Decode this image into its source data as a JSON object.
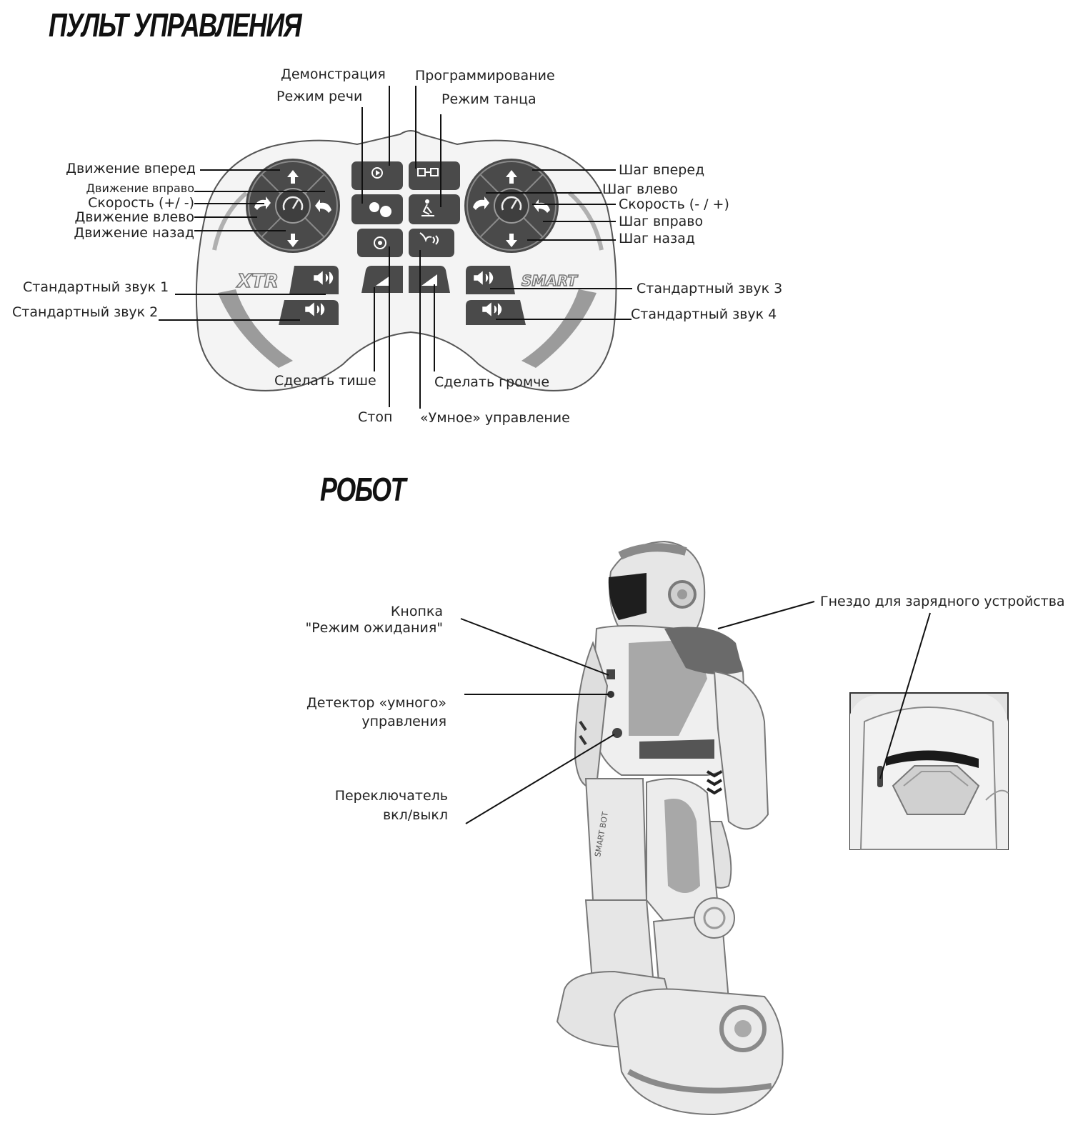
{
  "remote": {
    "title": "ПУЛЬТ УПРАВЛЕНИЯ",
    "labels": {
      "demo": "Демонстрация",
      "speech": "Режим речи",
      "programming": "Программирование",
      "dance": "Режим танца",
      "move_forward": "Движение вперед",
      "move_right": "Движение вправо",
      "speed_left": "Скорость (+/ -)",
      "move_left": "Движение влево",
      "move_back": "Движение назад",
      "step_forward": "Шаг вперед",
      "step_left": "Шаг влево",
      "speed_right": "Скорость (- / +)",
      "step_right": "Шаг вправо",
      "step_back": "Шаг назад",
      "sound1": "Стандартный звук 1",
      "sound2": "Стандартный звук 2",
      "sound3": "Стандартный звук 3",
      "sound4": "Стандартный звук 4",
      "quieter": "Сделать тише",
      "stop": "Стоп",
      "louder": "Сделать громче",
      "smart": "«Умное» управление"
    },
    "body_text": {
      "left_logo": "XTR",
      "right_logo": "SMART"
    }
  },
  "robot": {
    "title": "РОБОТ",
    "labels": {
      "standby_line1": "Кнопка",
      "standby_line2": "\"Режим ожидания\"",
      "detector_line1": "Детектор «умного»",
      "detector_line2": "управления",
      "switch_line1": "Переключатель",
      "switch_line2": "вкл/выкл",
      "charger": "Гнездо для зарядного устройства"
    },
    "leg_text": "SMART BOT"
  }
}
